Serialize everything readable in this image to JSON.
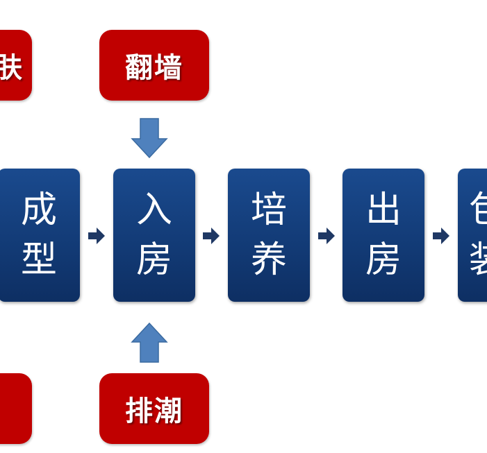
{
  "top_left_red": "肤",
  "top_red": "翻墙",
  "bottom_red": "排潮",
  "steps": [
    {
      "line1": "成",
      "line2": "型"
    },
    {
      "line1": "入",
      "line2": "房"
    },
    {
      "line1": "培",
      "line2": "养"
    },
    {
      "line1": "出",
      "line2": "房"
    },
    {
      "line1": "包",
      "line2": "装"
    }
  ],
  "colors": {
    "red": "#c00000",
    "blue": "#123a75",
    "arrow_dark": "#1f3864",
    "arrow_light": "#4f81bd"
  }
}
